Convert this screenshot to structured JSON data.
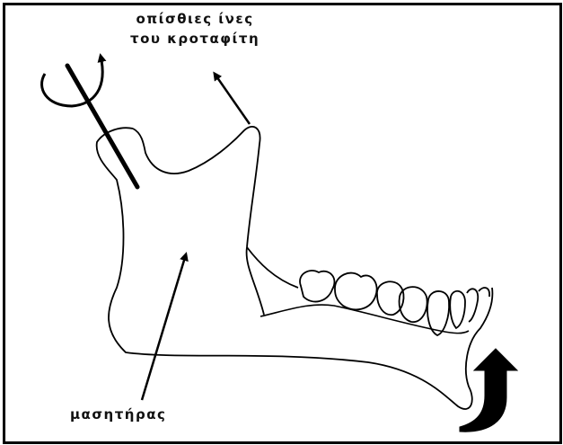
{
  "labels": {
    "posterior_fibers_line1": "οπίσθιες ίνες",
    "posterior_fibers_line2": "του κροταφίτη",
    "masseter": "μασητήρας"
  },
  "colors": {
    "ink": "#000000",
    "background": "#ffffff"
  },
  "icons": {
    "rotation_arrow": "curved-rotation-arrow-icon",
    "upward_arrow": "curved-upward-arrow-icon"
  }
}
